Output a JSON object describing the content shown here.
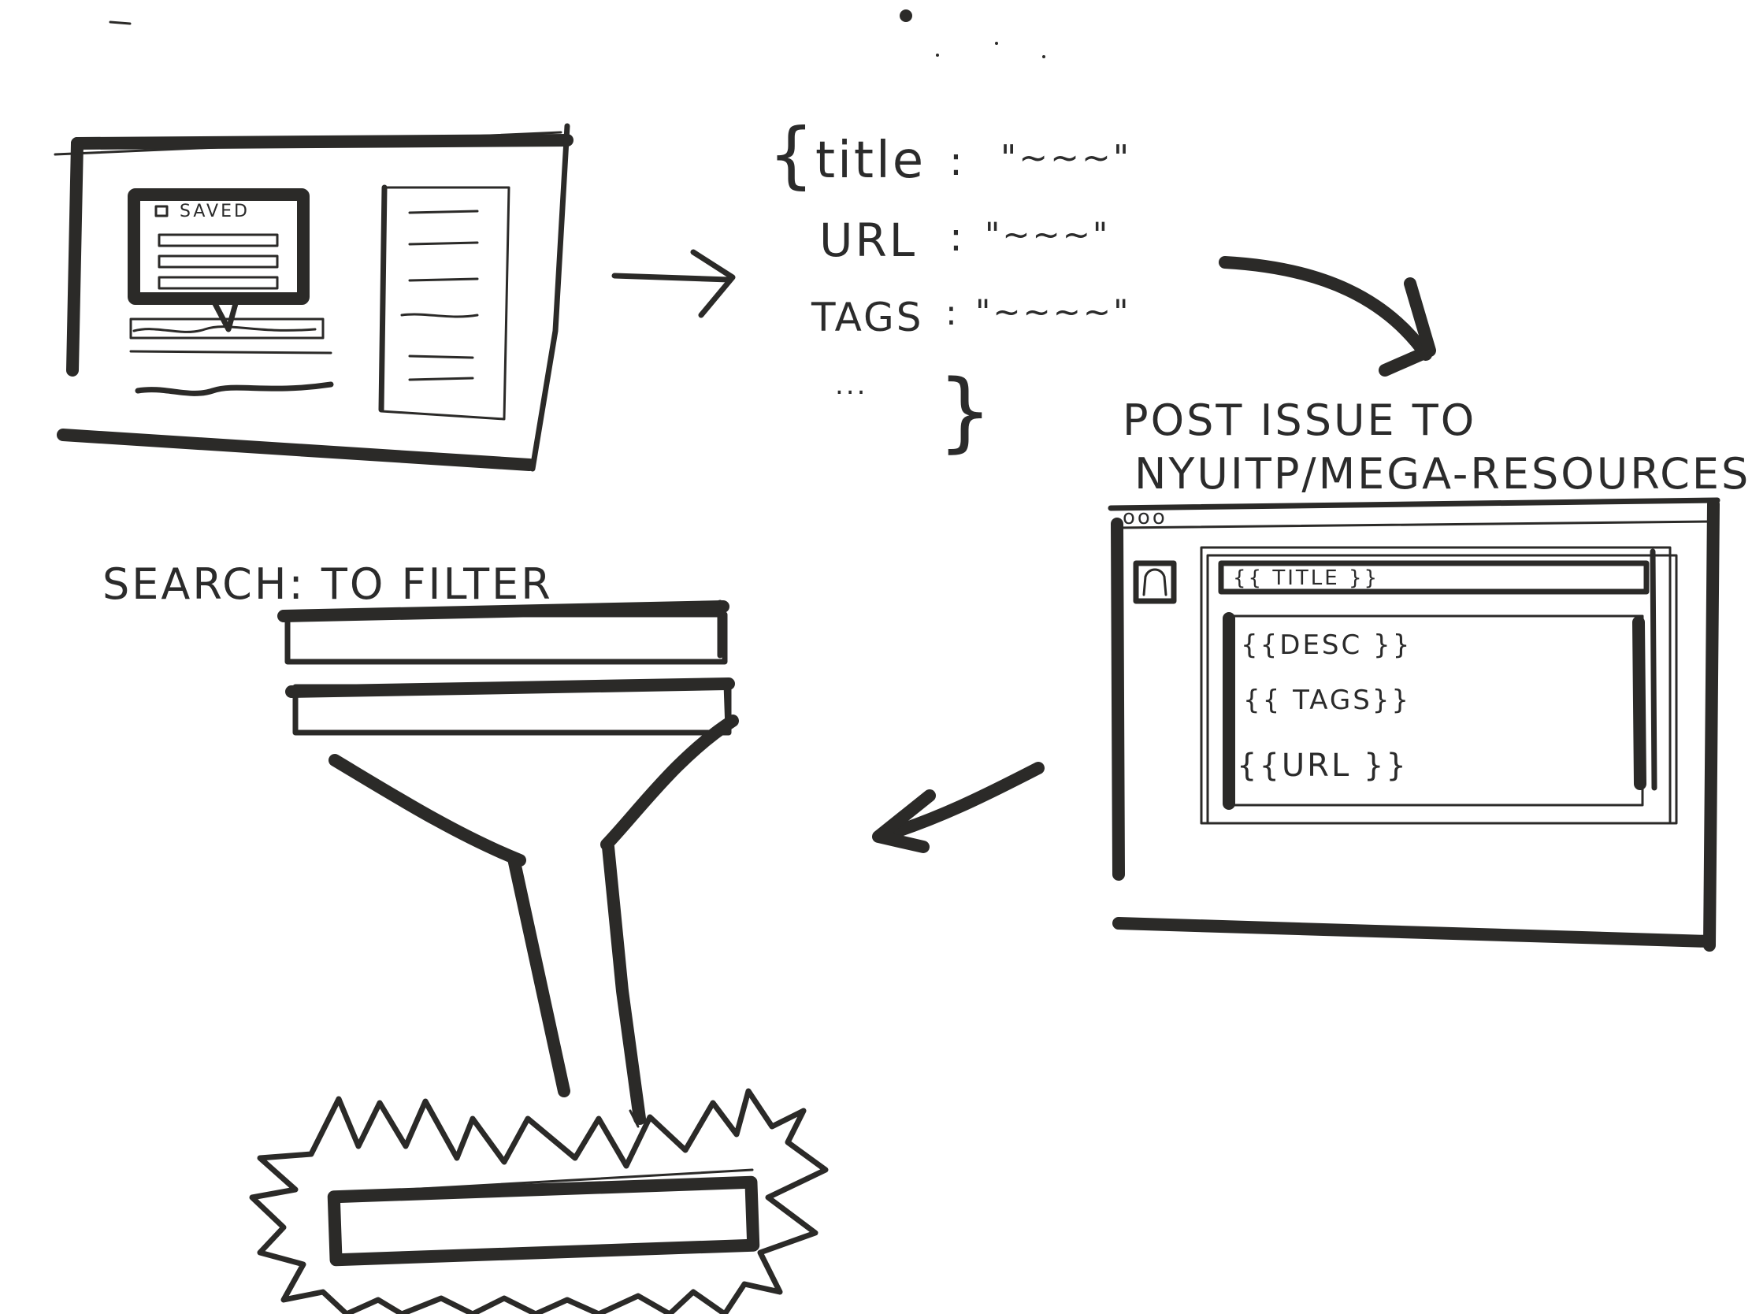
{
  "saved_popup": {
    "label": "SAVED"
  },
  "json_payload": {
    "open_brace": "{",
    "close_brace": "}",
    "fields": [
      {
        "key": "title",
        "sep": ":",
        "value": "\"~~~\""
      },
      {
        "key": "URL",
        "sep": ":",
        "value": "\"~~~\""
      },
      {
        "key": "TAGS",
        "sep": ":",
        "value": "\"~~~~\""
      }
    ],
    "ellipsis": "..."
  },
  "post_issue": {
    "line1": "POST ISSUE TO",
    "line2": "NYUITP/MEGA-RESOURCES"
  },
  "issue_window": {
    "dots": "ooo",
    "title_field": "{{ TITLE }}",
    "body_lines": [
      "{{DESC }}",
      "{{ TAGS}}",
      "{{URL }}"
    ]
  },
  "search_caption": "SEARCH: TO FILTER",
  "colors": {
    "ink": "#2b2a28",
    "paper": "#ffffff"
  }
}
